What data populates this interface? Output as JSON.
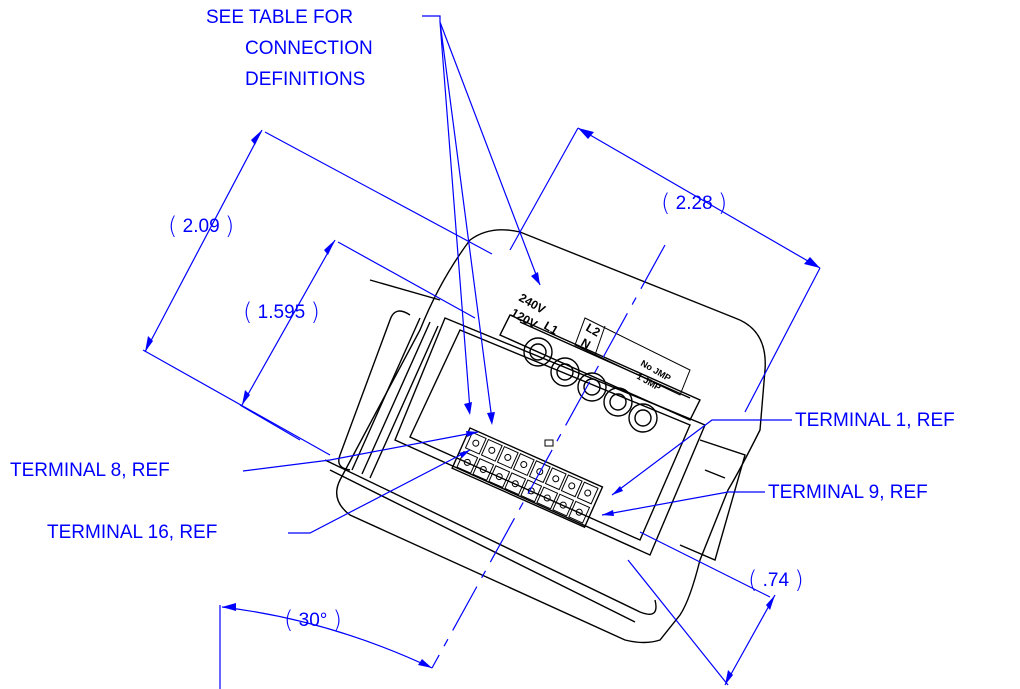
{
  "labels": {
    "see_table_line1": "SEE TABLE FOR",
    "see_table_line2": "CONNECTION",
    "see_table_line3": "DEFINITIONS",
    "terminal_1": "TERMINAL 1, REF",
    "terminal_8": "TERMINAL 8, REF",
    "terminal_9": "TERMINAL 9, REF",
    "terminal_16": "TERMINAL 16, REF"
  },
  "dimensions": {
    "d_2_09": "2.09",
    "d_1_595": "1.595",
    "d_2_28": "2.28",
    "d_0_74": ".74",
    "angle_30": "30°",
    "paren_open": "(",
    "paren_close": ")"
  },
  "part_markings": {
    "v240": "240V",
    "v120": "120V",
    "l1": "L1",
    "l2": "L2",
    "n": "N",
    "no_jmp": "No JMP",
    "jmp_note": "1 JMP"
  },
  "colors": {
    "annotation": "#0000ff",
    "part": "#000000",
    "background": "#ffffff"
  }
}
